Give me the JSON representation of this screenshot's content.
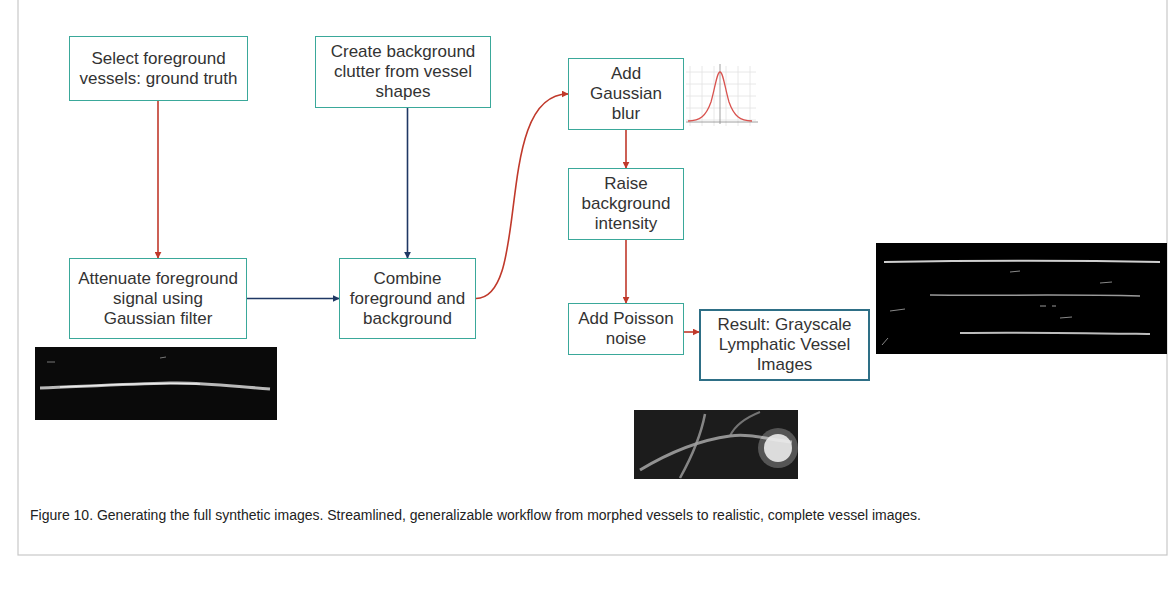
{
  "diagram": {
    "caption": "Figure 10. Generating the full synthetic images. Streamlined, generalizable workflow from morphed vessels to realistic, complete vessel images.",
    "nodes": [
      {
        "text": [
          "Select foreground vessels: ground truth"
        ]
      },
      {
        "text": [
          "Create background clutter from vessel shapes"
        ]
      },
      {
        "text": [
          "Add Gaussian blur"
        ]
      },
      {
        "text": [
          "Attenuate foreground signal using Gaussian filter"
        ]
      },
      {
        "text": [
          "Combine foreground and background"
        ]
      },
      {
        "text": [
          "Raise background intensity"
        ]
      },
      {
        "text": [
          "Add Poisson noise"
        ]
      },
      {
        "text": [
          "Result: Grayscale Lymphatic Vessel Images"
        ]
      }
    ],
    "edges": [
      {
        "from": 0,
        "to": 3,
        "arrow": "to"
      },
      {
        "from": 1,
        "to": 4,
        "arrow": "to"
      },
      {
        "from": 3,
        "to": 4,
        "arrow": "to"
      },
      {
        "from": 4,
        "to": 2,
        "arrow": "to"
      },
      {
        "from": 2,
        "to": 5,
        "arrow": "to"
      },
      {
        "from": 5,
        "to": 6,
        "arrow": "to"
      },
      {
        "from": 6,
        "to": 7,
        "arrow": "to"
      }
    ]
  }
}
